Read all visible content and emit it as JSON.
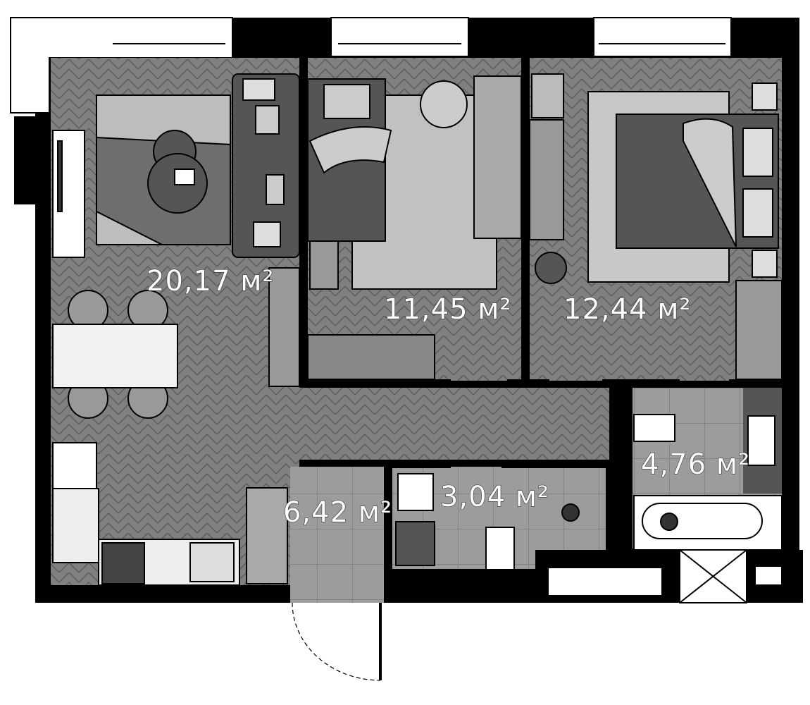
{
  "plan": {
    "rooms": [
      {
        "name": "living-kitchen",
        "area": "20,17 м²"
      },
      {
        "name": "bedroom-1",
        "area": "11,45 м²"
      },
      {
        "name": "bedroom-2",
        "area": "12,44 м²"
      },
      {
        "name": "bathroom",
        "area": "4,76 м²"
      },
      {
        "name": "wc",
        "area": "3,04 м²"
      },
      {
        "name": "entrance-hall",
        "area": "6,42 м²"
      }
    ],
    "colors": {
      "wall": "#000000",
      "floor": "#7f7f7f",
      "tile": "#9c9c9c",
      "rug": "#bdbdbd",
      "furniture": "#555555"
    }
  }
}
